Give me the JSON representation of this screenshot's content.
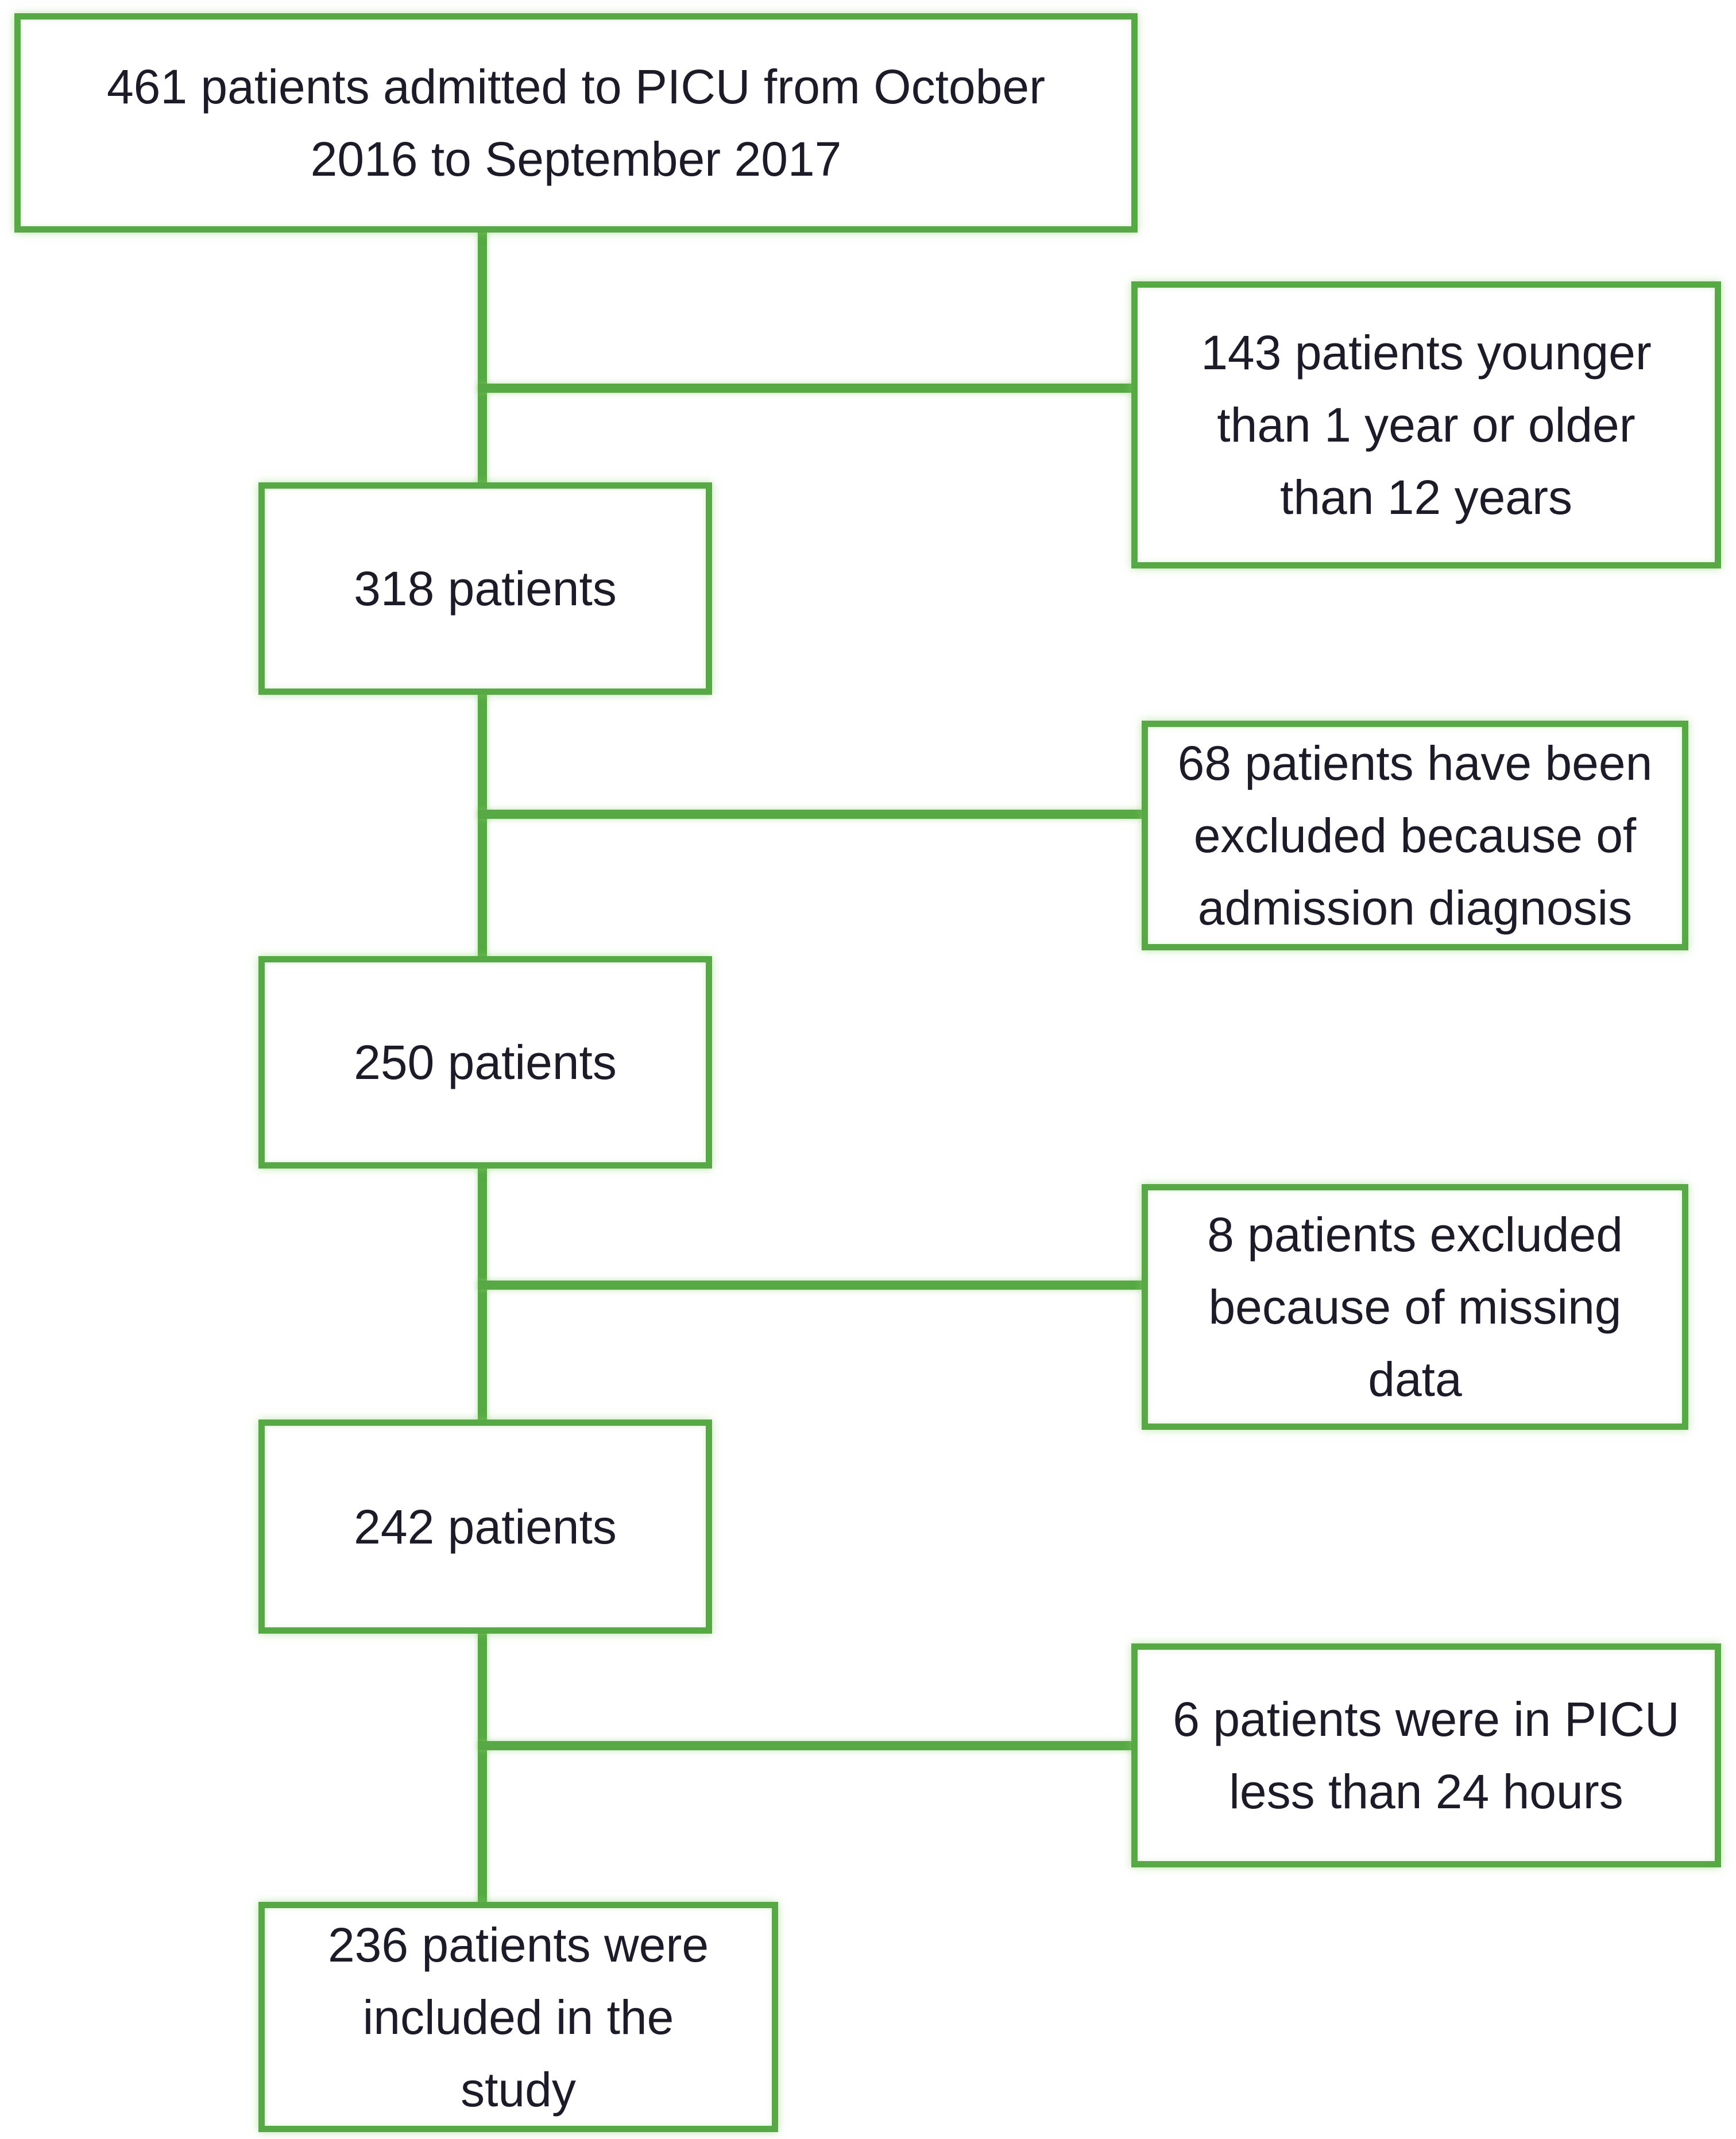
{
  "colors": {
    "green": "#56a944",
    "text": "#1e1b29",
    "background": "#ffffff"
  },
  "nodes": [
    {
      "id": "admitted-total",
      "text": "461 patients admitted to PICU from October\n2016 to September 2017"
    },
    {
      "id": "excluded-age",
      "text": "143 patients younger\nthan 1 year or older\nthan 12 years"
    },
    {
      "id": "after-age-filter",
      "text": "318 patients"
    },
    {
      "id": "excluded-admission-diagnosis",
      "text": "68 patients have been\nexcluded because of\nadmission diagnosis"
    },
    {
      "id": "after-diagnosis-filter",
      "text": "250 patients"
    },
    {
      "id": "excluded-missing-data",
      "text": "8 patients excluded\nbecause of missing\ndata"
    },
    {
      "id": "after-missing-data-filter",
      "text": "242 patients"
    },
    {
      "id": "excluded-short-stay",
      "text": "6 patients were in PICU\nless than 24 hours"
    },
    {
      "id": "included-final",
      "text": "236 patients were\nincluded in the\nstudy"
    }
  ]
}
